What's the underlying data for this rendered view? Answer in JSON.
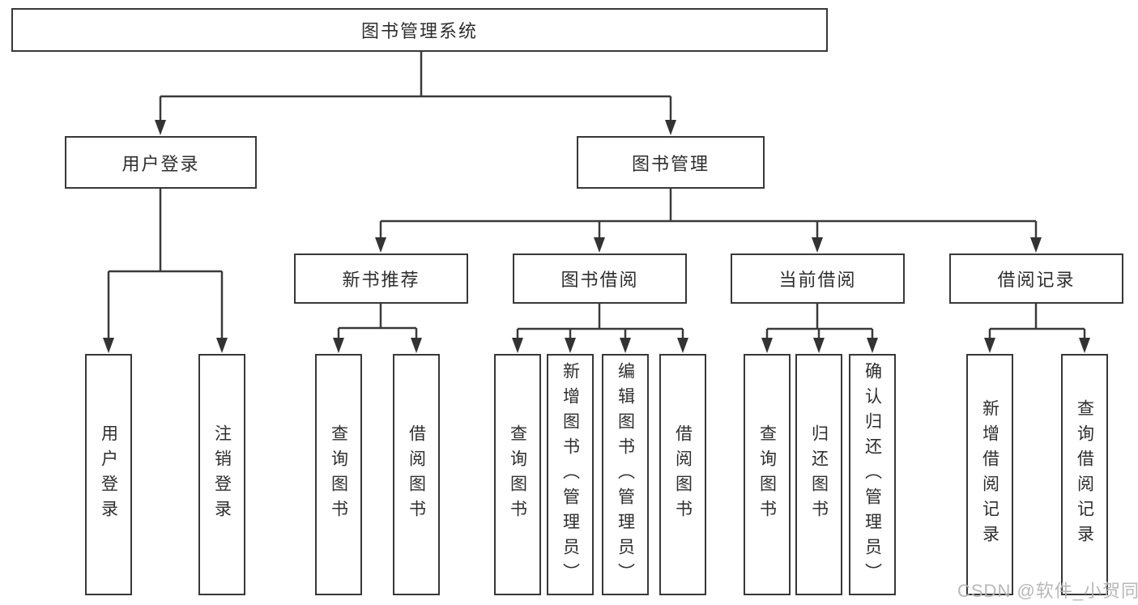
{
  "tree": {
    "root": {
      "label": "图书管理系统"
    },
    "branches": [
      {
        "label": "用户登录",
        "leaves": [
          "用户登录",
          "注销登录"
        ]
      },
      {
        "label": "图书管理",
        "children": [
          {
            "label": "新书推荐",
            "leaves": [
              "查询图书",
              "借阅图书"
            ]
          },
          {
            "label": "图书借阅",
            "leaves": [
              "查询图书",
              "新增图书（管理员）",
              "编辑图书（管理员）",
              "借阅图书"
            ]
          },
          {
            "label": "当前借阅",
            "leaves": [
              "查询图书",
              "归还图书",
              "确认归还（管理员）"
            ]
          },
          {
            "label": "借阅记录",
            "leaves": [
              "新增借阅记录",
              "查询借阅记录"
            ]
          }
        ]
      }
    ]
  },
  "watermark": {
    "text": "CSDN @软件_小贺同学"
  },
  "colors": {
    "line": "#3a3a3a",
    "border": "#383838",
    "text": "#2e2e2e",
    "watermark": "#b4b4b4",
    "background": "#ffffff"
  }
}
